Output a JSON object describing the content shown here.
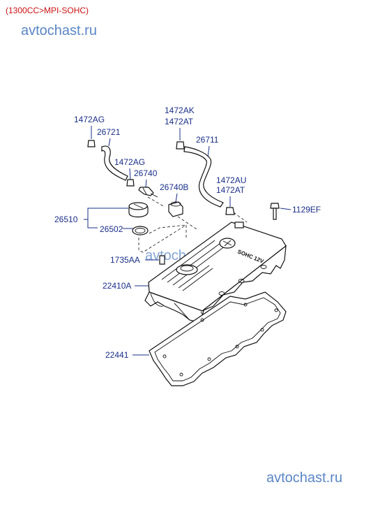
{
  "header": {
    "spec": "(1300CC>MPI-SOHC)"
  },
  "watermarks": {
    "top": "avtochast.ru",
    "middle": "avtochast.ru",
    "bottom": "avtochast.ru"
  },
  "cover_embossing": "SOHC 12V",
  "parts": [
    {
      "id": "p1",
      "code": "1472AG"
    },
    {
      "id": "p2",
      "code": "26721"
    },
    {
      "id": "p3",
      "code": "1472AG"
    },
    {
      "id": "p4",
      "code": "26740"
    },
    {
      "id": "p5",
      "code": "1472AK"
    },
    {
      "id": "p6",
      "code": "1472AT"
    },
    {
      "id": "p7",
      "code": "26711"
    },
    {
      "id": "p8",
      "code": "26740B"
    },
    {
      "id": "p9",
      "code": "1472AU"
    },
    {
      "id": "p10",
      "code": "1472AT"
    },
    {
      "id": "p11",
      "code": "1129EF"
    },
    {
      "id": "p12",
      "code": "26510"
    },
    {
      "id": "p13",
      "code": "26502"
    },
    {
      "id": "p14",
      "code": "1735AA"
    },
    {
      "id": "p15",
      "code": "22410A"
    },
    {
      "id": "p16",
      "code": "22441"
    }
  ],
  "colors": {
    "label": "#1a2f8a",
    "header": "#cc1111",
    "watermark": "#5a86c7"
  }
}
